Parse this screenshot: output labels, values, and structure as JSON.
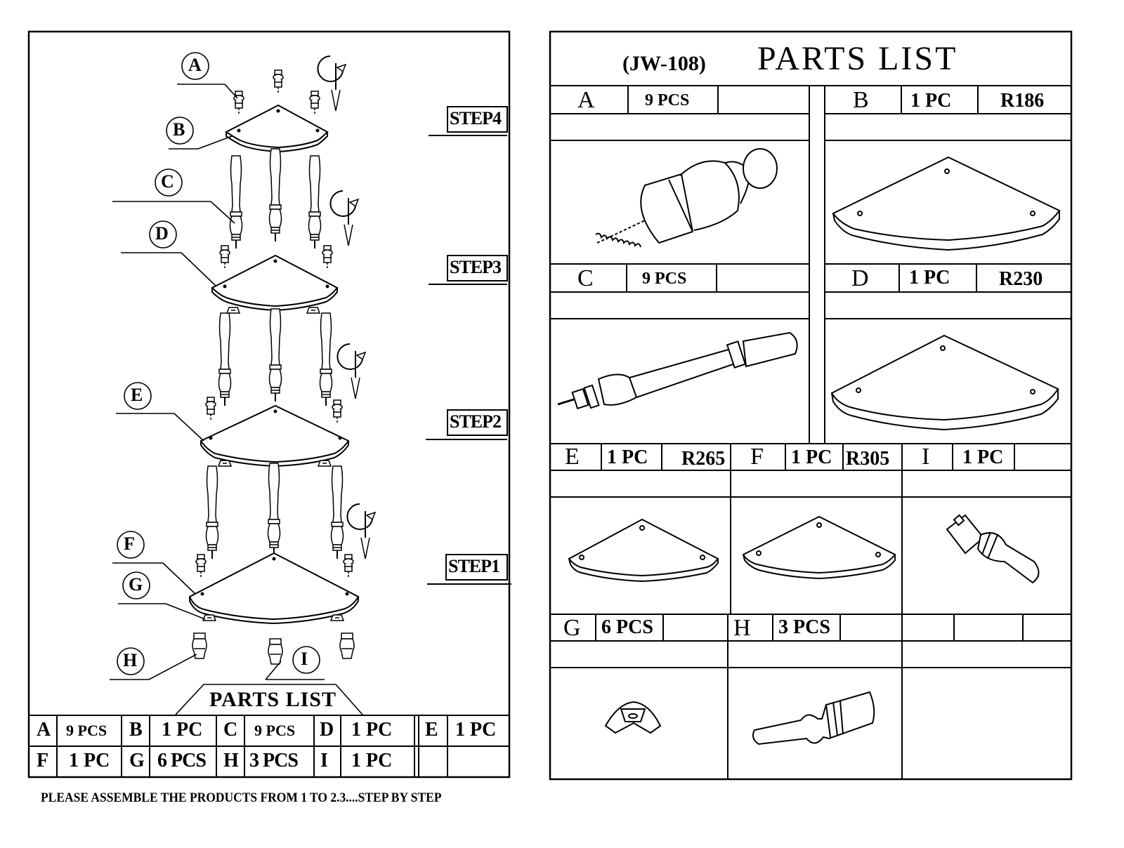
{
  "left": {
    "callouts": [
      "A",
      "B",
      "C",
      "D",
      "E",
      "F",
      "G",
      "H",
      "I"
    ],
    "steps": [
      "STEP4",
      "STEP3",
      "STEP2",
      "STEP1"
    ],
    "parts_title": "PARTS LIST",
    "table_rows": [
      [
        {
          "l": "A",
          "q": "9 PCS"
        },
        {
          "l": "B",
          "q": "1 PC"
        },
        {
          "l": "C",
          "q": "9 PCS"
        },
        {
          "l": "D",
          "q": "1 PC"
        },
        {
          "l": "E",
          "q": "1 PC"
        }
      ],
      [
        {
          "l": "F",
          "q": "1 PC"
        },
        {
          "l": "G",
          "q": "6 PCS"
        },
        {
          "l": "H",
          "q": "3 PCS"
        },
        {
          "l": "I",
          "q": "1 PC"
        },
        {
          "l": "",
          "q": ""
        }
      ]
    ],
    "footer_note": "PLEASE ASSEMBLE THE PRODUCTS FROM 1 TO 2.3....STEP BY STEP"
  },
  "right": {
    "model": "(JW-108)",
    "title": "PARTS LIST",
    "parts": {
      "A": {
        "letter": "A",
        "qty": "9 PCS",
        "size": ""
      },
      "B": {
        "letter": "B",
        "qty": "1 PC",
        "size": "R186"
      },
      "C": {
        "letter": "C",
        "qty": "9 PCS",
        "size": ""
      },
      "D": {
        "letter": "D",
        "qty": "1 PC",
        "size": "R230"
      },
      "E": {
        "letter": "E",
        "qty": "1 PC",
        "size": "R265"
      },
      "F": {
        "letter": "F",
        "qty": "1 PC",
        "size": "R305"
      },
      "I": {
        "letter": "I",
        "qty": "1 PC",
        "size": ""
      },
      "G": {
        "letter": "G",
        "qty": "6 PCS",
        "size": ""
      },
      "H": {
        "letter": "H",
        "qty": "3 PCS",
        "size": ""
      }
    }
  }
}
